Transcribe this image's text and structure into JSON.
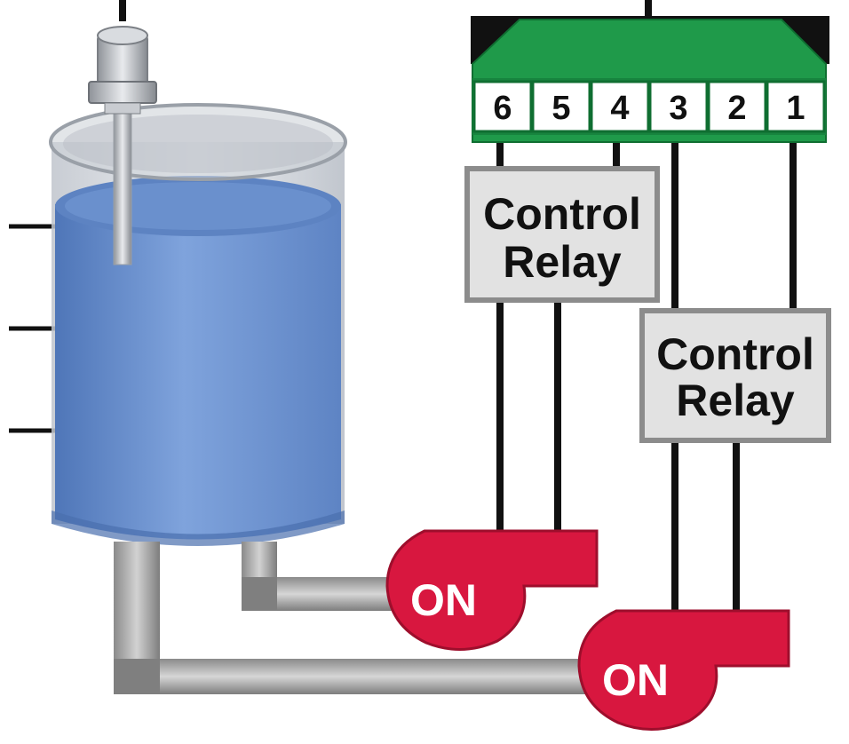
{
  "terminal_block": {
    "terminals": [
      "6",
      "5",
      "4",
      "3",
      "2",
      "1"
    ],
    "color": "#1f9a4a"
  },
  "relays": [
    {
      "line1": "Control",
      "line2": "Relay"
    },
    {
      "line1": "Control",
      "line2": "Relay"
    }
  ],
  "switches": [
    {
      "label": "ON"
    },
    {
      "label": "ON"
    }
  ],
  "colors": {
    "water": "#6f96d4",
    "pipe": "#a9a9a9",
    "switch": "#d8173f",
    "relay_fill": "#e2e2e2",
    "relay_border": "#8c8c8c"
  }
}
